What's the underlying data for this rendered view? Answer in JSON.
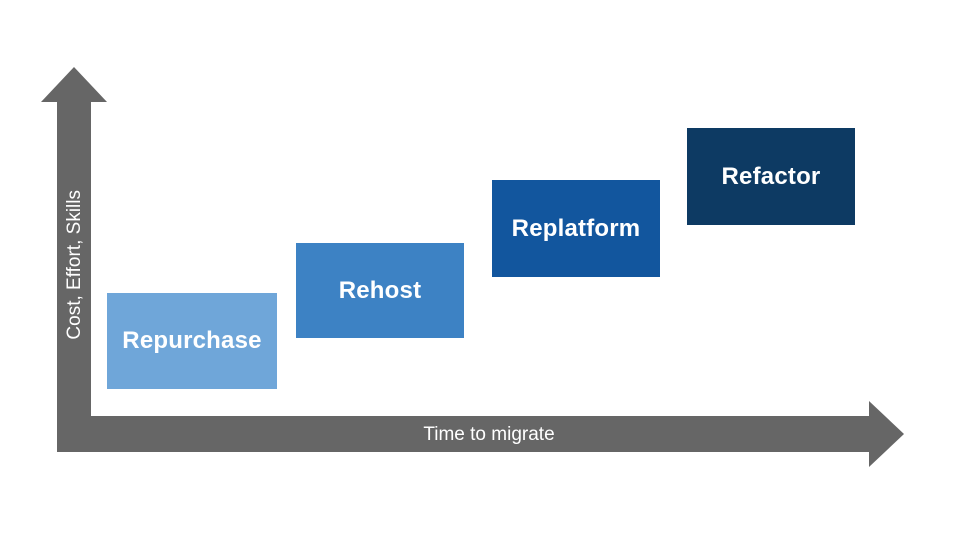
{
  "diagram": {
    "axis_color": "#666666",
    "label_text_color": "#ffffff",
    "y_axis": {
      "label": "Cost, Effort, Skills"
    },
    "x_axis": {
      "label": "Time to migrate"
    },
    "boxes": [
      {
        "label": "Repurchase",
        "color": "#6FA6D9"
      },
      {
        "label": "Rehost",
        "color": "#3D82C4"
      },
      {
        "label": "Replatform",
        "color": "#12569E"
      },
      {
        "label": "Refactor",
        "color": "#0D3A63"
      }
    ]
  }
}
